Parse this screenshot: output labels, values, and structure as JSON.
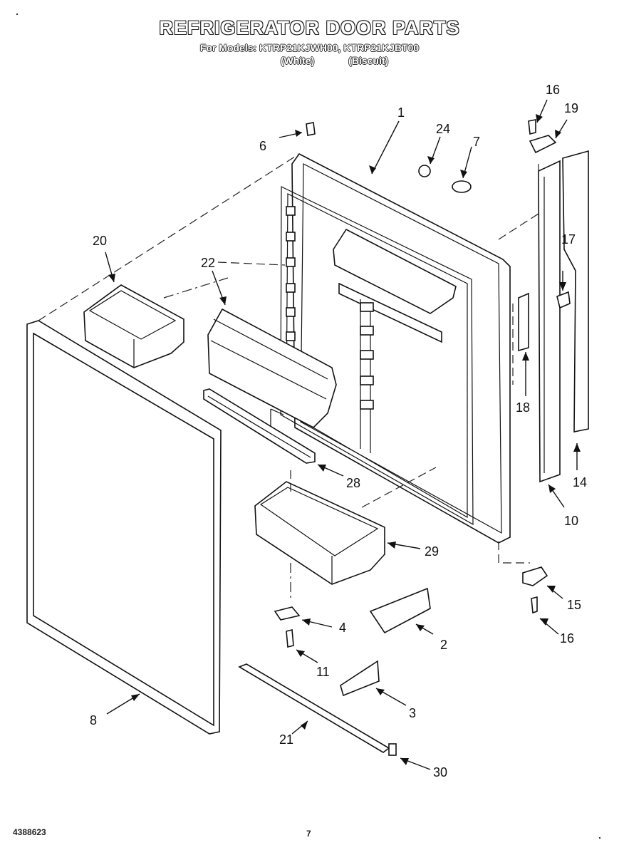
{
  "header": {
    "title": "REFRIGERATOR DOOR PARTS",
    "models_line": "For Models: KTRP21KJWH00, KTRP21KJBT00",
    "variant_white": "(White)",
    "variant_biscuit": "(Biscuit)"
  },
  "callouts": {
    "p1": "1",
    "p2": "2",
    "p3": "3",
    "p4": "4",
    "p6": "6",
    "p7": "7",
    "p8": "8",
    "p10": "10",
    "p11": "11",
    "p14": "14",
    "p15": "15",
    "p16a": "16",
    "p16b": "16",
    "p17": "17",
    "p18": "18",
    "p19": "19",
    "p20": "20",
    "p21": "21",
    "p22": "22",
    "p24": "24",
    "p28": "28",
    "p29": "29",
    "p30": "30"
  },
  "footer": {
    "doc_number": "4388623",
    "page_number": "7"
  }
}
